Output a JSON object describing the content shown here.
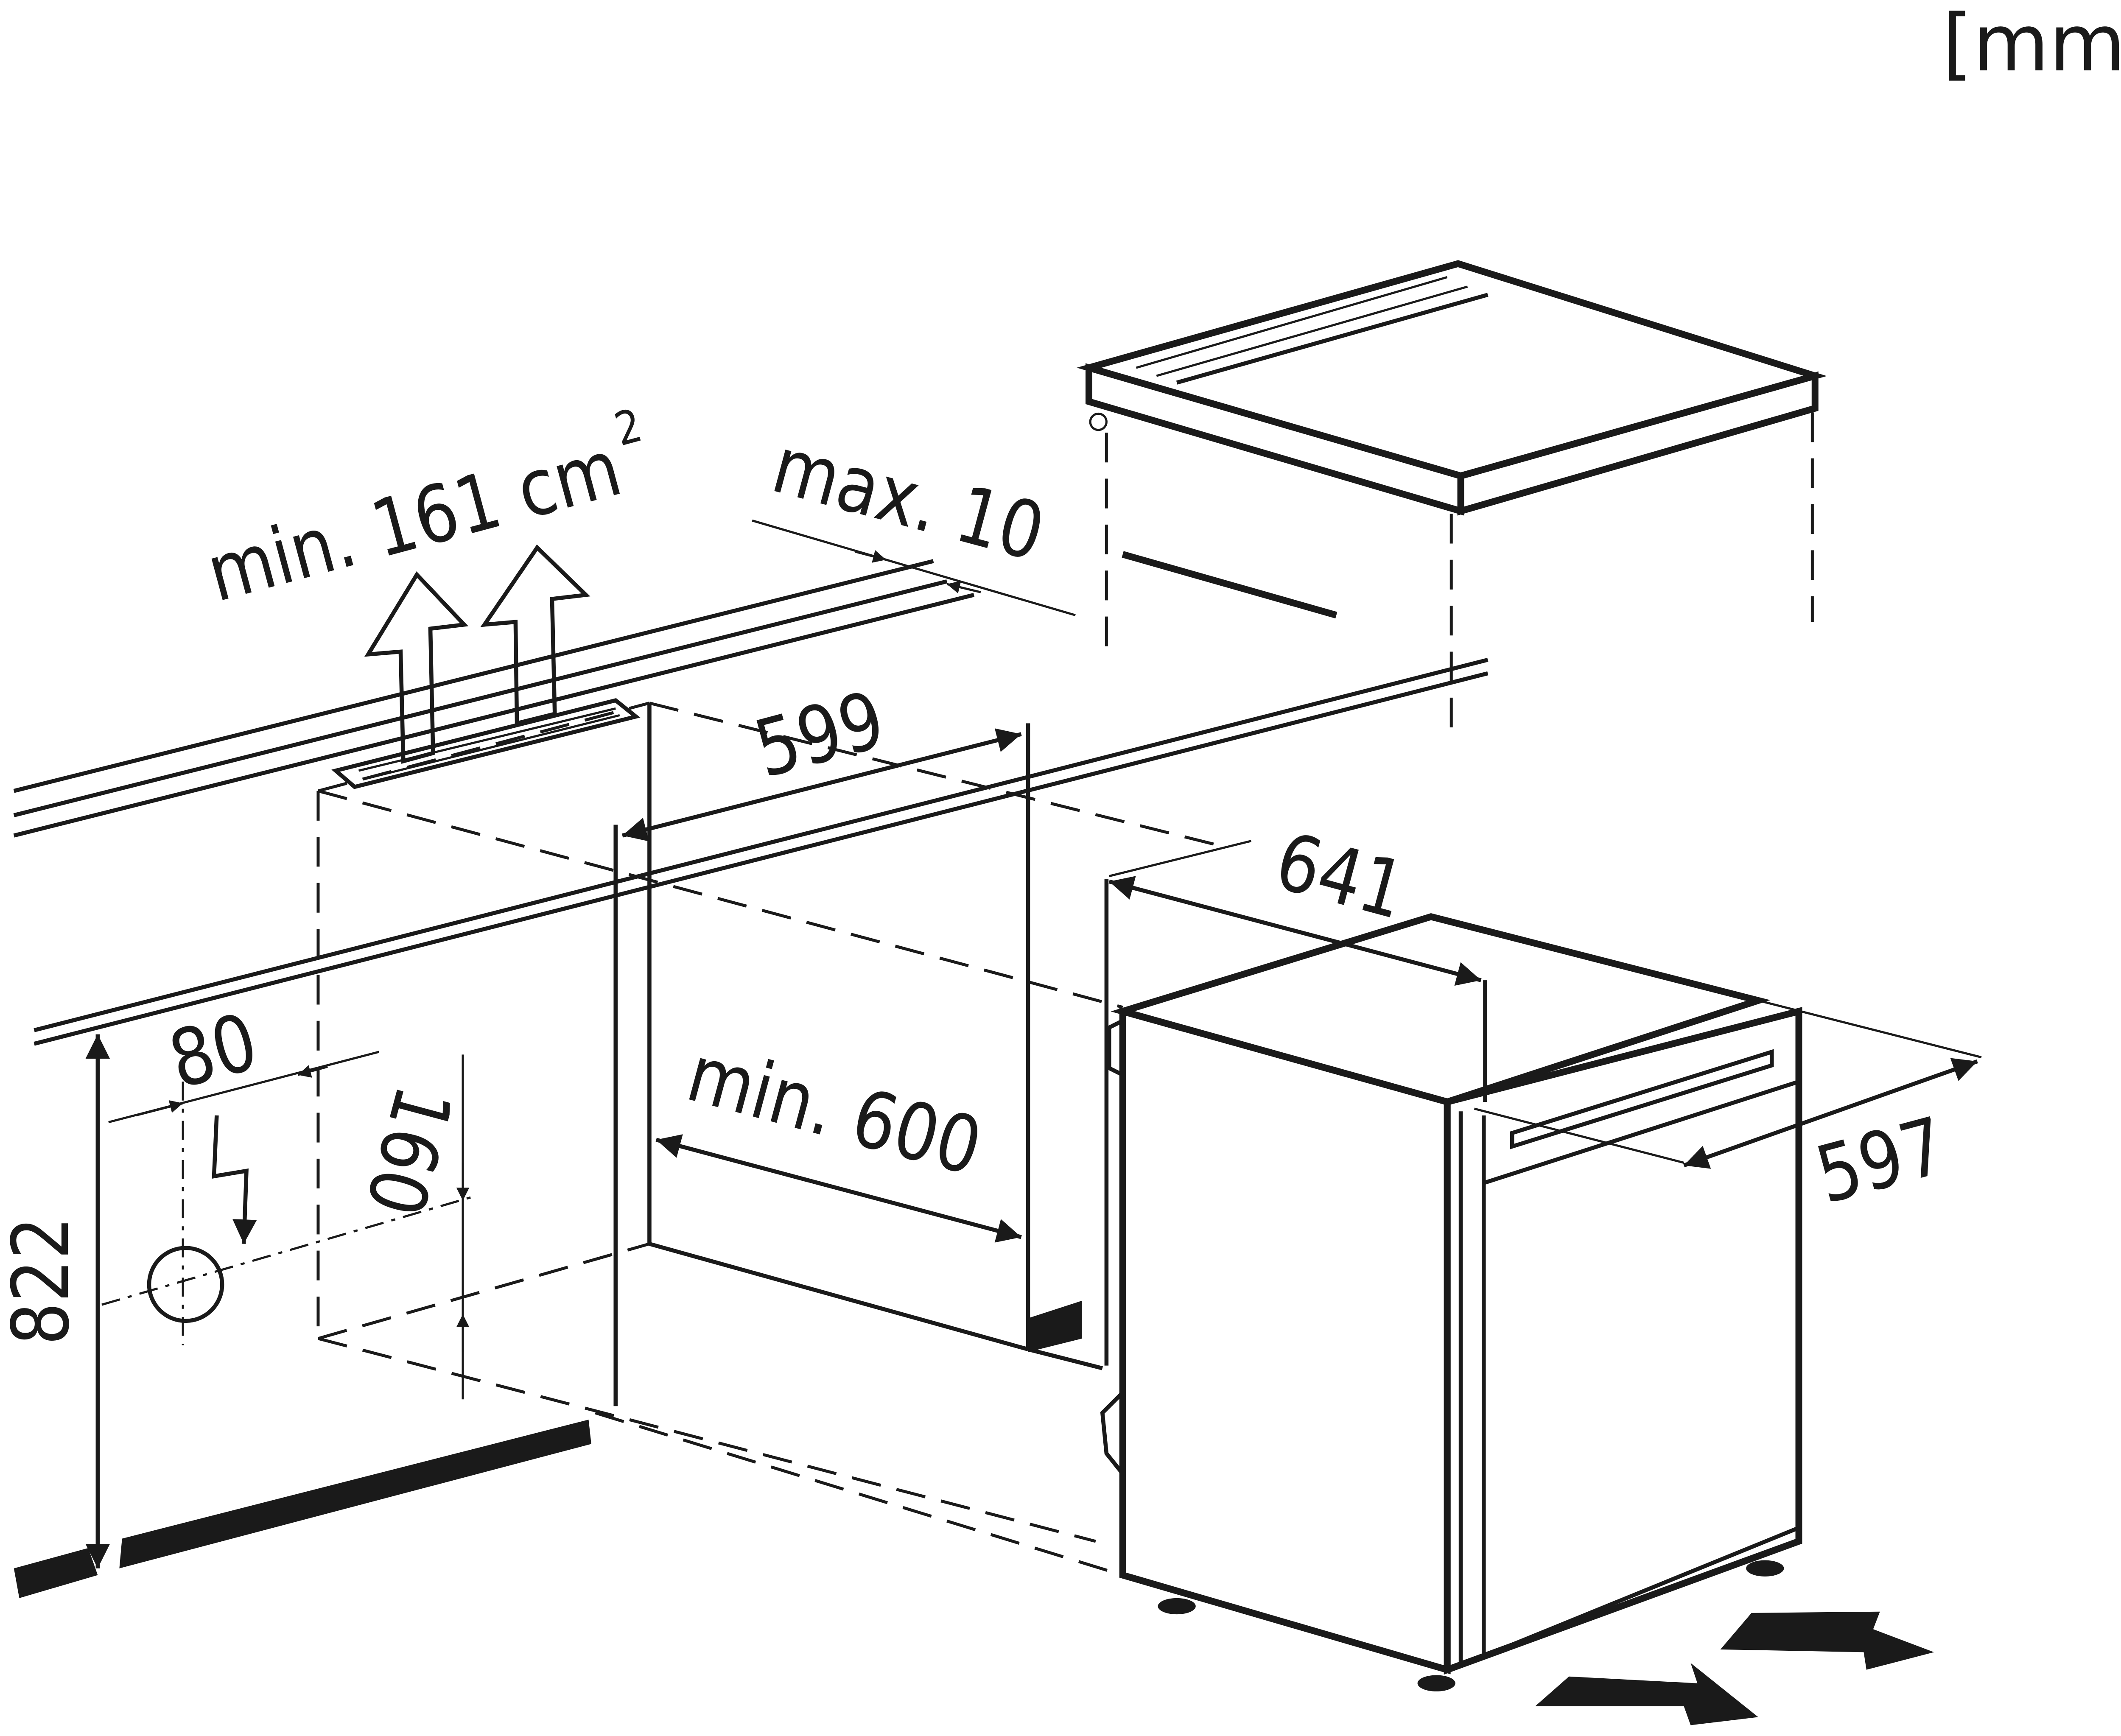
{
  "units": "[mm]",
  "labels": {
    "ventilation": "min. 161 cm",
    "ventilation_sup": "2",
    "gap_max": "max. 10",
    "niche_width": "599",
    "depth_with_door": "641",
    "appliance_width": "597",
    "niche_depth": "min. 600",
    "outlet_offset": "80",
    "outlet_height": "160",
    "height": "822"
  }
}
